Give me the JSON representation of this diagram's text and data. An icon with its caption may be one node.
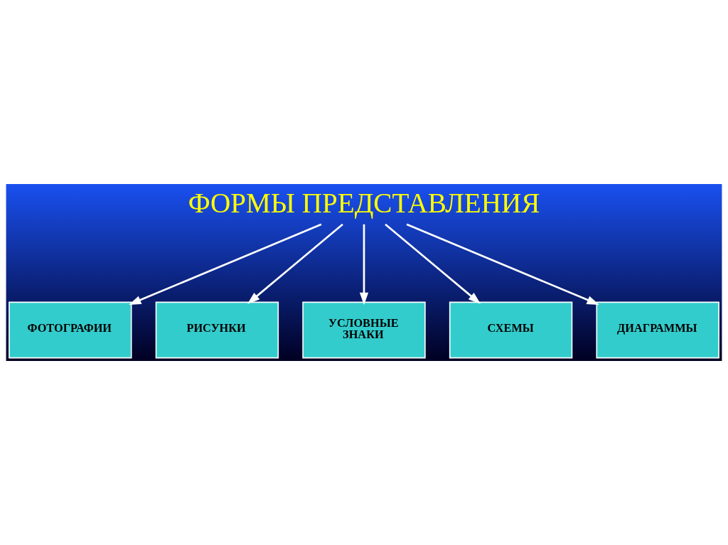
{
  "diagram": {
    "nodes": [
      {
        "text": [
          "ФОРМЫ ПРЕДСТАВЛЕНИЯ"
        ]
      },
      {
        "text": [
          "ФОТОГРАФИИ"
        ]
      },
      {
        "text": [
          "РИСУНКИ"
        ]
      },
      {
        "text": [
          "УСЛОВНЫЕ ЗНАКИ"
        ]
      },
      {
        "text": [
          "СХЕМЫ"
        ]
      },
      {
        "text": [
          "ДИАГРАММЫ"
        ]
      }
    ],
    "edges": [
      {
        "from": 0,
        "to": 1,
        "arrow": "to"
      },
      {
        "from": 0,
        "to": 2,
        "arrow": "to"
      },
      {
        "from": 0,
        "to": 3,
        "arrow": "to"
      },
      {
        "from": 0,
        "to": 4,
        "arrow": "to"
      },
      {
        "from": 0,
        "to": 5,
        "arrow": "to"
      }
    ]
  }
}
